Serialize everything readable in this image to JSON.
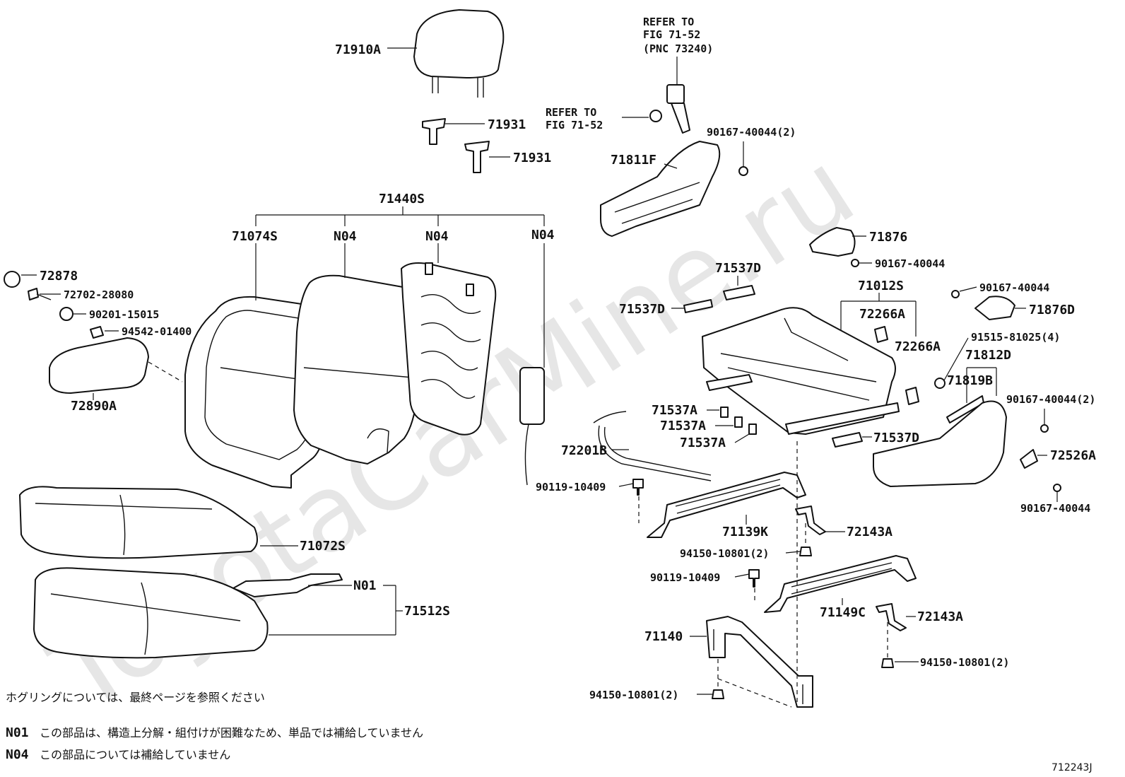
{
  "watermark": "ToyotaCarMine.ru",
  "labels": {
    "p71910A": "71910A",
    "p71931a": "71931",
    "p71931b": "71931",
    "p71440S": "71440S",
    "p71074S": "71074S",
    "p_n04a": "N04",
    "p_n04b": "N04",
    "p_n04c": "N04",
    "p72878": "72878",
    "p72702": "72702-28080",
    "p90201": "90201-15015",
    "p94542": "94542-01400",
    "p72890A": "72890A",
    "p71072S": "71072S",
    "p_n01": "N01",
    "p71512S": "71512S",
    "refer1_line1": "REFER TO",
    "refer1_line2": "FIG 71-52",
    "refer1_line3": "(PNC 73240)",
    "refer2_line1": "REFER TO",
    "refer2_line2": "FIG 71-52",
    "p90167_2a": "90167-40044(2)",
    "p71811F": "71811F",
    "p71876": "71876",
    "p90167_a": "90167-40044",
    "p71537D_a": "71537D",
    "p71537D_b": "71537D",
    "p71012S": "71012S",
    "p72266A_a": "72266A",
    "p72266A_b": "72266A",
    "p90167_b": "90167-40044",
    "p71876D": "71876D",
    "p91515": "91515-81025(4)",
    "p71812D": "71812D",
    "p71819B": "71819B",
    "p90167_2b": "90167-40044(2)",
    "p71537A_a": "71537A",
    "p71537A_b": "71537A",
    "p71537A_c": "71537A",
    "p72201B": "72201B",
    "p71537D_c": "71537D",
    "p72526A": "72526A",
    "p90167_c": "90167-40044",
    "p90119_a": "90119-10409",
    "p71139K": "71139K",
    "p72143A_a": "72143A",
    "p94150_a": "94150-10801(2)",
    "p90119_b": "90119-10409",
    "p71149C": "71149C",
    "p72143A_b": "72143A",
    "p71140": "71140",
    "p94150_b": "94150-10801(2)",
    "p94150_c": "94150-10801(2)"
  },
  "notes": {
    "hogring": "ホグリングについては、最終ページを参照ください",
    "n01_code": "N01",
    "n01_text": "この部品は、構造上分解・組付けが困難なため、単品では補給していません",
    "n04_code": "N04",
    "n04_text": "この部品については補給していません"
  },
  "figure_id": "712243J"
}
